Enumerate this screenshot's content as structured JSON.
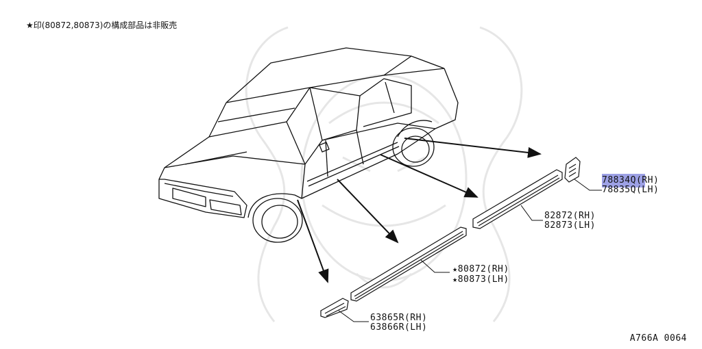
{
  "note": {
    "star": "★",
    "text": "印(80872,80873)の構成部品は非販売"
  },
  "parts": {
    "p1": {
      "rh": "78834Q(RH)",
      "lh": "78835Q(LH)",
      "star": ""
    },
    "p2": {
      "rh": "82872(RH)",
      "lh": "82873(LH)",
      "star": ""
    },
    "p3": {
      "rh": "80872(RH)",
      "lh": "80873(LH)",
      "star": "★"
    },
    "p4": {
      "rh": "63865R(RH)",
      "lh": "63866R(LH)",
      "star": ""
    }
  },
  "diagram_id": "A766A 0064",
  "colors": {
    "highlight": "#8c90e0",
    "line": "#111111",
    "watermark": "#e6e6e6"
  }
}
